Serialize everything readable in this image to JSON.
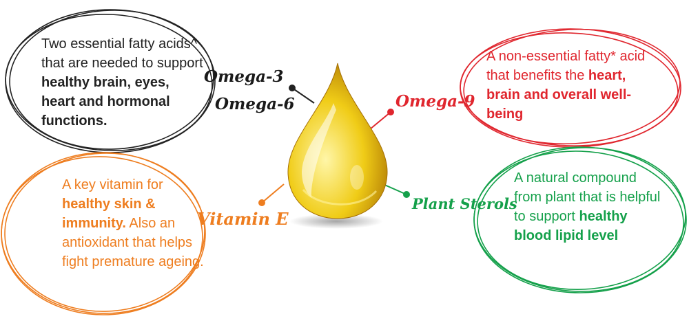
{
  "colors": {
    "dark": "#222222",
    "red": "#e0262e",
    "orange": "#ee7d1f",
    "green": "#14a04a",
    "drop_light": "#fff6a8",
    "drop_mid": "#f0cc17",
    "drop_dark": "#b07a05"
  },
  "drop": {
    "icon": "oil-drop-icon"
  },
  "callouts": {
    "omega36": {
      "labels": [
        "Omega-3",
        "Omega-6"
      ],
      "text_plain": "Two essential fatty acids^ that are needed to support ",
      "text_bold": "healthy brain, eyes, heart and hormonal functions."
    },
    "omega9": {
      "label": "Omega-9",
      "text_plain": "A non-essential fatty* acid that benefits the ",
      "text_bold": "heart, brain and overall well-being"
    },
    "vitamin_e": {
      "label": "Vitamin E",
      "text_plain_1": "A key vitamin for ",
      "text_bold": "healthy skin & immunity.",
      "text_plain_2": " Also an antioxidant that helps fight premature ageing."
    },
    "plant_sterols": {
      "label": "Plant Sterols",
      "text_plain": "A natural compound from plant that is helpful to support ",
      "text_bold": "healthy blood lipid level"
    }
  }
}
